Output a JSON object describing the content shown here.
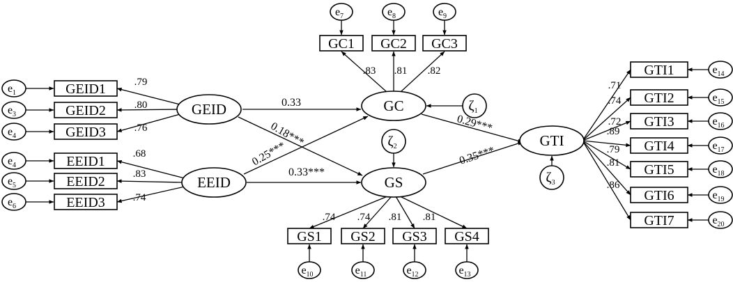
{
  "latents": {
    "geid": "GEID",
    "eeid": "EEID",
    "gc": "GC",
    "gs": "GS",
    "gti": "GTI"
  },
  "indicators": {
    "geid": [
      "GEID1",
      "GEID2",
      "GEID3"
    ],
    "eeid": [
      "EEID1",
      "EEID2",
      "EEID3"
    ],
    "gc": [
      "GC1",
      "GC2",
      "GC3"
    ],
    "gs": [
      "GS1",
      "GS2",
      "GS3",
      "GS4"
    ],
    "gti": [
      "GTI1",
      "GTI2",
      "GTI3",
      "GTI4",
      "GTI5",
      "GTI6",
      "GTI7"
    ]
  },
  "errors": {
    "geid": [
      "1",
      "3",
      "4"
    ],
    "eeid": [
      "4",
      "5",
      "6"
    ],
    "gc": [
      "7",
      "8",
      "9"
    ],
    "gs": [
      "10",
      "11",
      "12",
      "13"
    ],
    "gti": [
      "14",
      "15",
      "16",
      "17",
      "18",
      "19",
      "20"
    ]
  },
  "error_letter": "e",
  "disturbances": {
    "gc": {
      "sym": "ζ",
      "sub": "1"
    },
    "gs": {
      "sym": "ζ",
      "sub": "2"
    },
    "gti": {
      "sym": "ζ",
      "sub": "3"
    }
  },
  "loadings": {
    "geid": [
      ".79",
      ".80",
      ".76"
    ],
    "eeid": [
      ".68",
      ".83",
      ".74"
    ],
    "gc": [
      ".83",
      ".81",
      ".82"
    ],
    "gs": [
      ".74",
      ".74",
      ".81",
      ".81"
    ],
    "gti": [
      ".71",
      ".74",
      ".72",
      ".89",
      ".79",
      ".81",
      ".86"
    ]
  },
  "paths": {
    "geid_gc": "0.33",
    "geid_gs": "0.18***",
    "eeid_gc": "0.25***",
    "eeid_gs": "0.33***",
    "gc_gti": "0.29***",
    "gs_gti": "0.35***"
  }
}
